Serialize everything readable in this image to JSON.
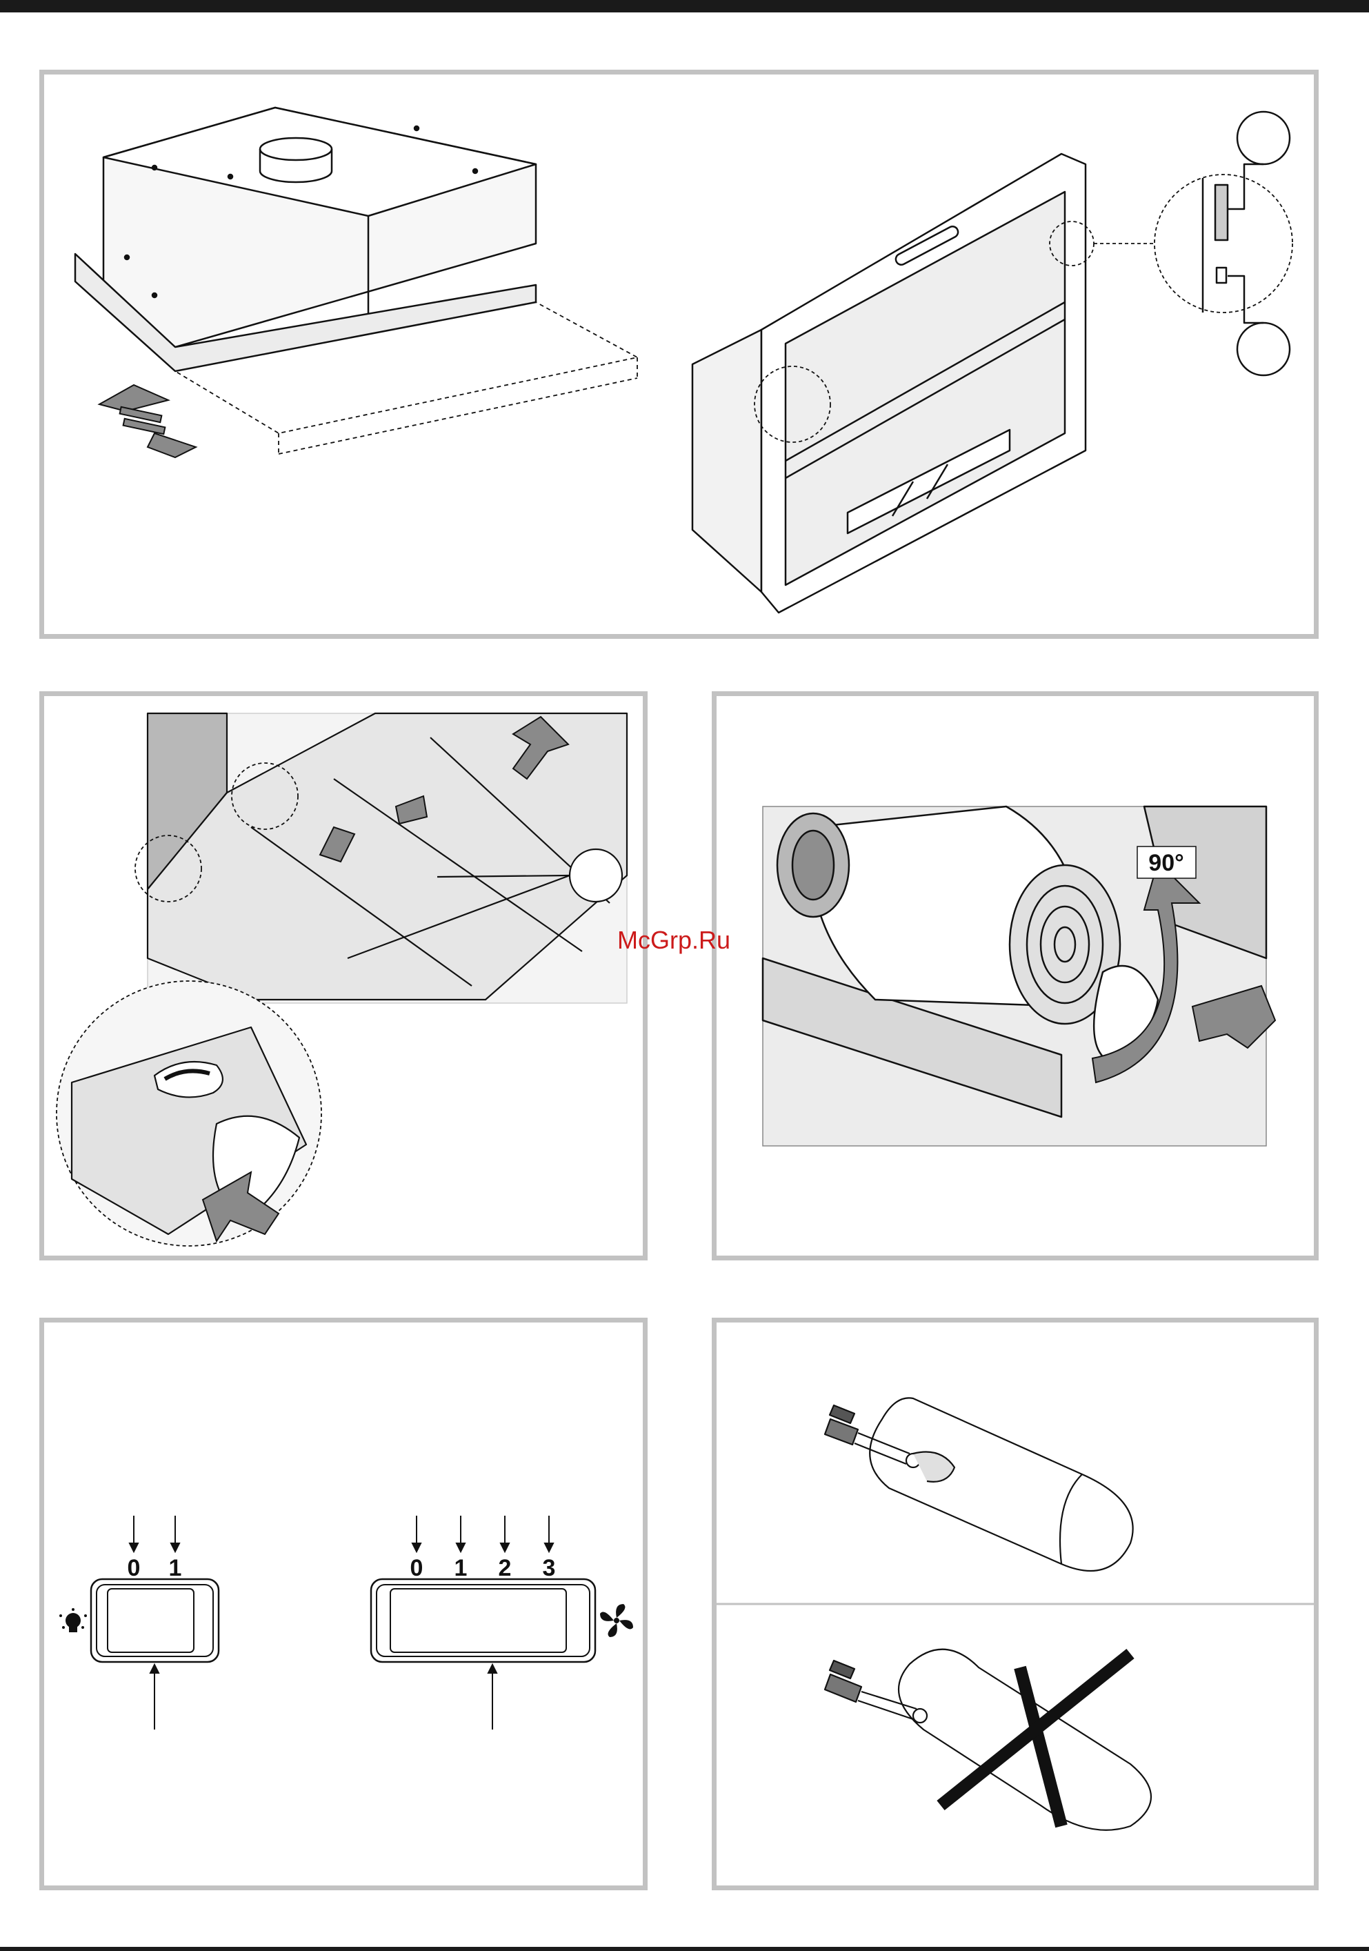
{
  "watermark": "McGrp.Ru",
  "figure3": {
    "angle_label": "90°"
  },
  "figure4": {
    "light_switch_positions": [
      "0",
      "1"
    ],
    "fan_switch_positions": [
      "0",
      "1",
      "2",
      "3"
    ],
    "light_icon": "light-bulb-icon",
    "fan_icon": "fan-icon"
  },
  "figure5": {
    "correct_icon": "bulb-held-by-base-illustration",
    "incorrect_icon": "crossed-out-bulb-illustration"
  },
  "colors": {
    "panel_border": "#c2c2c2",
    "watermark": "#cc1a1a",
    "arrow_fill": "#8a8a8a"
  }
}
